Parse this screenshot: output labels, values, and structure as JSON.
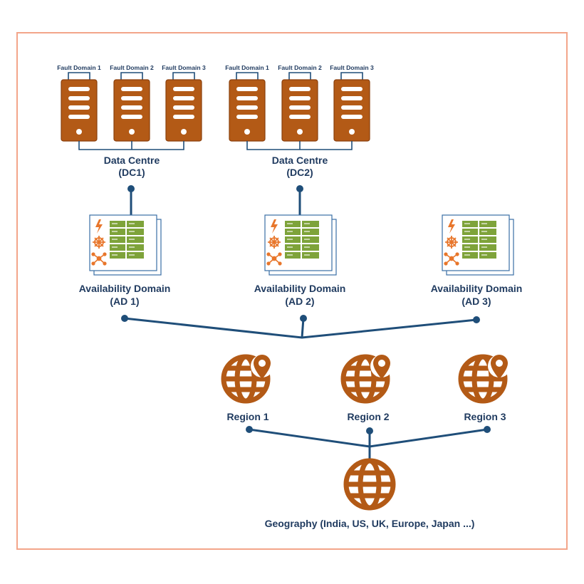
{
  "colors": {
    "frame": "#f3a58a",
    "server": "#b35a16",
    "line": "#1f4e79",
    "text": "#1f3a5f",
    "rack_green": "#7ea33a",
    "icon_orange": "#e8762b"
  },
  "data_centres": [
    {
      "name": "Data Centre",
      "code": "(DC1)",
      "fault_domains": [
        "Fault Domain 1",
        "Fault Domain 2",
        "Fault Domain 3"
      ]
    },
    {
      "name": "Data Centre",
      "code": "(DC2)",
      "fault_domains": [
        "Fault Domain 1",
        "Fault Domain 2",
        "Fault Domain 3"
      ]
    }
  ],
  "availability_domains": [
    {
      "name": "Availability Domain",
      "code": "(AD 1)",
      "icons": [
        "lightning-icon",
        "snowflake-icon",
        "network-icon"
      ]
    },
    {
      "name": "Availability Domain",
      "code": "(AD 2)",
      "icons": [
        "lightning-icon",
        "snowflake-icon",
        "network-icon"
      ]
    },
    {
      "name": "Availability Domain",
      "code": "(AD 3)",
      "icons": [
        "lightning-icon",
        "snowflake-icon",
        "network-icon"
      ]
    }
  ],
  "regions": [
    {
      "label": "Region 1",
      "icon": "globe-pin-icon"
    },
    {
      "label": "Region 2",
      "icon": "globe-pin-icon"
    },
    {
      "label": "Region 3",
      "icon": "globe-pin-icon"
    }
  ],
  "geography": {
    "label": "Geography (India, US, UK, Europe, Japan ...)",
    "icon": "globe-icon"
  }
}
